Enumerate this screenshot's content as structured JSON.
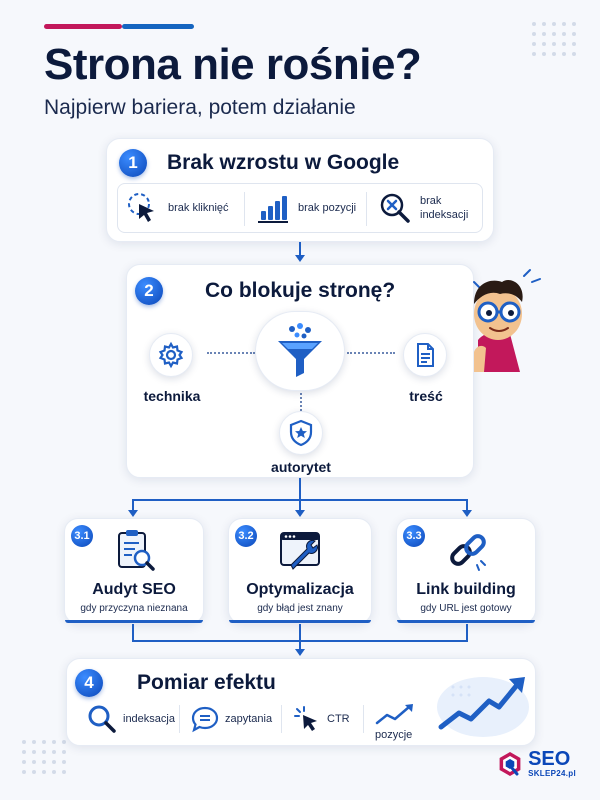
{
  "header": {
    "title": "Strona nie rośnie?",
    "subtitle": "Najpierw bariera, potem działanie"
  },
  "step1": {
    "number": "1",
    "title": "Brak wzrostu w Google",
    "items": [
      {
        "icon": "click-cursor-icon",
        "label": "brak kliknięć"
      },
      {
        "icon": "bar-chart-icon",
        "label": "brak pozycji"
      },
      {
        "icon": "search-x-icon",
        "label_line1": "brak",
        "label_line2": "indeksacji"
      }
    ]
  },
  "step2": {
    "number": "2",
    "title": "Co blokuje stronę?",
    "nodes": {
      "left": "technika",
      "right": "treść",
      "bottom": "autorytet"
    }
  },
  "step3": [
    {
      "number": "3.1",
      "title": "Audyt SEO",
      "subtitle": "gdy przyczyna nieznana",
      "icon": "clipboard-search-icon"
    },
    {
      "number": "3.2",
      "title": "Optymalizacja",
      "subtitle": "gdy błąd jest znany",
      "icon": "window-wrench-icon"
    },
    {
      "number": "3.3",
      "title": "Link building",
      "subtitle": "gdy URL jest gotowy",
      "icon": "chain-link-icon"
    }
  ],
  "step4": {
    "number": "4",
    "title": "Pomiar efektu",
    "items": [
      {
        "icon": "magnifier-icon",
        "label": "indeksacja"
      },
      {
        "icon": "chat-bubble-icon",
        "label": "zapytania"
      },
      {
        "icon": "cursor-icon",
        "label": "CTR"
      },
      {
        "icon": "trend-line-icon",
        "label": "pozycje"
      }
    ]
  },
  "brand": {
    "name": "SEO",
    "domain": "SKLEP24.pl"
  },
  "colors": {
    "navy": "#0c1a3c",
    "blue": "#1f5fc4",
    "accent_pink": "#c2185b"
  }
}
